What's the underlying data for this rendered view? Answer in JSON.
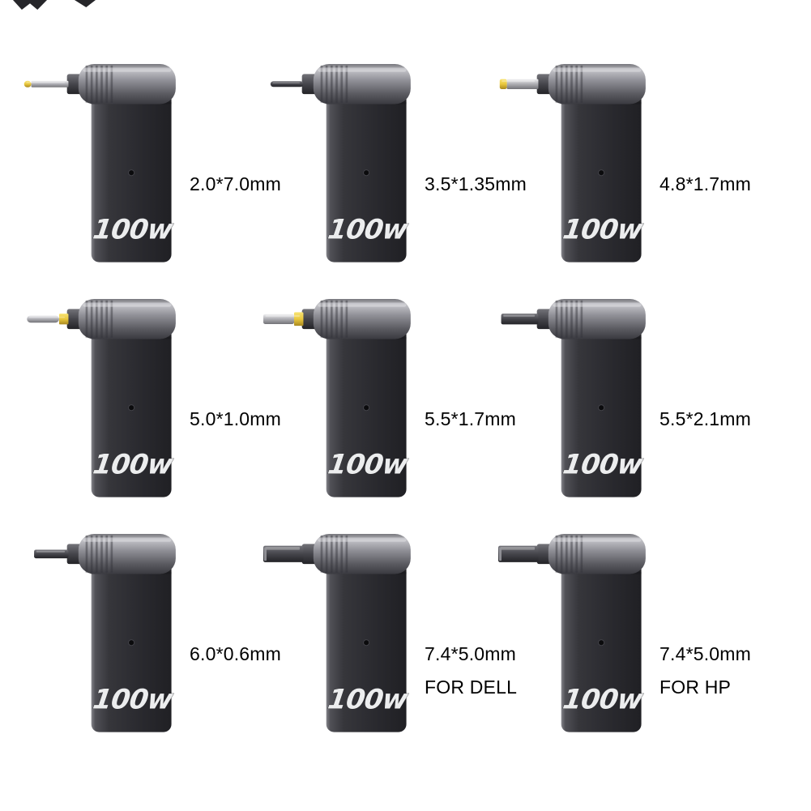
{
  "page": {
    "background": "#ffffff"
  },
  "watt_label": "100w",
  "products": [
    {
      "size": "2.0*7.0mm",
      "note": "",
      "tip": {
        "shape": "pin",
        "color": "silver",
        "accent": "yellow-tip",
        "dia": 9,
        "len": 62
      }
    },
    {
      "size": "3.5*1.35mm",
      "note": "",
      "tip": {
        "shape": "pin",
        "color": "dark",
        "accent": "none",
        "dia": 8,
        "len": 46
      }
    },
    {
      "size": "4.8*1.7mm",
      "note": "",
      "tip": {
        "shape": "barrel",
        "color": "silver",
        "accent": "yellow-tip",
        "dia": 14,
        "len": 54
      }
    },
    {
      "size": "5.0*1.0mm",
      "note": "",
      "tip": {
        "shape": "pin",
        "color": "silver",
        "accent": "yellow-base",
        "dia": 10,
        "len": 58
      }
    },
    {
      "size": "5.5*1.7mm",
      "note": "",
      "tip": {
        "shape": "barrel",
        "color": "silver",
        "accent": "yellow-base",
        "dia": 14,
        "len": 56
      }
    },
    {
      "size": "5.5*2.1mm",
      "note": "",
      "tip": {
        "shape": "barrel",
        "color": "dark",
        "accent": "none",
        "dia": 15,
        "len": 52
      }
    },
    {
      "size": "6.0*0.6mm",
      "note": "",
      "tip": {
        "shape": "barrel",
        "color": "dark",
        "accent": "none",
        "dia": 12,
        "len": 48
      }
    },
    {
      "size": "7.4*5.0mm",
      "note": "FOR DELL",
      "tip": {
        "shape": "thick-barrel",
        "color": "dark",
        "accent": "none",
        "dia": 23,
        "len": 56
      }
    },
    {
      "size": "7.4*5.0mm",
      "note": "FOR HP",
      "tip": {
        "shape": "thick-barrel",
        "color": "dark",
        "accent": "none",
        "dia": 23,
        "len": 56
      }
    }
  ],
  "colors": {
    "background": "#ffffff",
    "label_text": "#000000",
    "body_dark": "#2b2b2f",
    "head_gray": "#8e8e94",
    "metal_silver": "#c9c9cd",
    "accent_yellow": "#e9c83e",
    "watt_text": "#ecedee"
  }
}
